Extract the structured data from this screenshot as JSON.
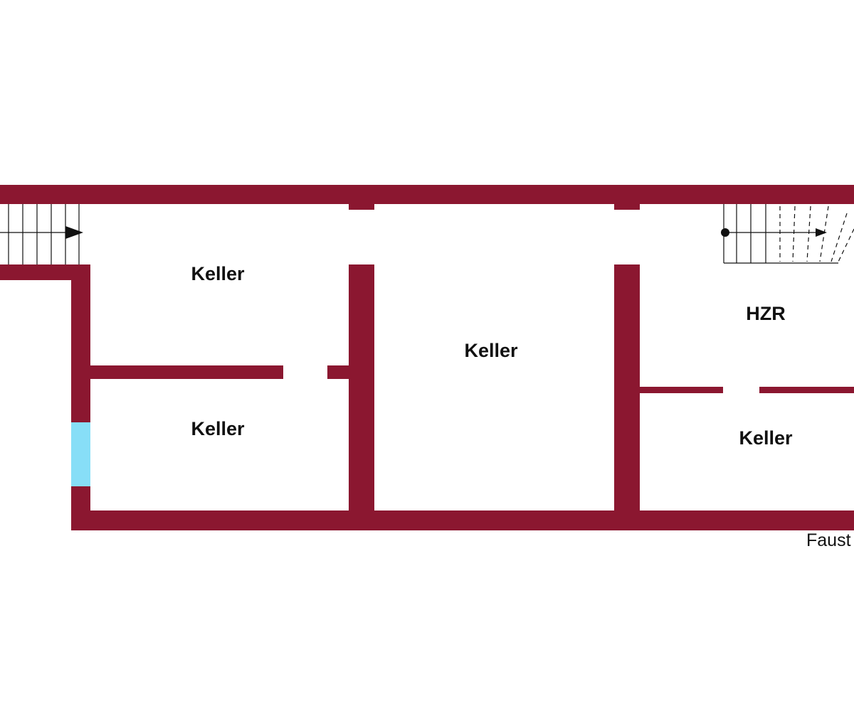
{
  "colors": {
    "wall": "#8b1730",
    "window": "#87def7",
    "background": "#ffffff",
    "text": "#111111"
  },
  "rooms": [
    {
      "id": "keller-top-left",
      "label": "Keller"
    },
    {
      "id": "keller-bottom-left",
      "label": "Keller"
    },
    {
      "id": "keller-center",
      "label": "Keller"
    },
    {
      "id": "hzr",
      "label": "HZR"
    },
    {
      "id": "keller-bottom-right",
      "label": "Keller"
    }
  ],
  "note": "Faust",
  "icons": {
    "stair_left": "stair-up-arrow-icon",
    "stair_right": "stair-up-arrow-icon"
  }
}
